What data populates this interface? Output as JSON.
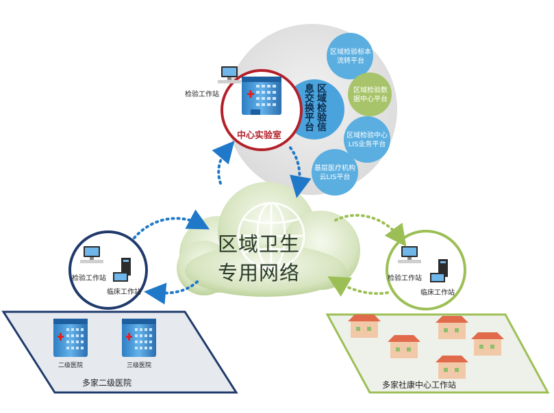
{
  "center_lab": {
    "label": "中心实验室",
    "workstation_label": "检验工作站",
    "platform_title": "区域检验信息交换平台"
  },
  "platform_bubbles": [
    {
      "label": "区域检验标本流转平台",
      "color": "#5aaee0"
    },
    {
      "label": "区域检验数据中心平台",
      "color": "#a7c46a"
    },
    {
      "label": "区域检验中心LIS业务平台",
      "color": "#5aaee0"
    },
    {
      "label": "基层医疗机构云LIS平台",
      "color": "#5aaee0"
    }
  ],
  "network": {
    "line1": "区域卫生",
    "line2": "专用网络"
  },
  "left_node": {
    "workstation_1": "检验工作站",
    "workstation_2": "临床工作站",
    "hospital_1": "二级医院",
    "hospital_2": "三级医院",
    "group_label": "多家二级医院",
    "color": "#1f3a6b"
  },
  "right_node": {
    "workstation_1": "检验工作站",
    "workstation_2": "临床工作站",
    "group_label": "多家社康中心工作站",
    "color": "#9cbf55"
  },
  "colors": {
    "center_ring": "#b3202a",
    "arrow_blue": "#1f78c8",
    "arrow_green": "#9cbf55",
    "cloud": "#bcd29a"
  }
}
